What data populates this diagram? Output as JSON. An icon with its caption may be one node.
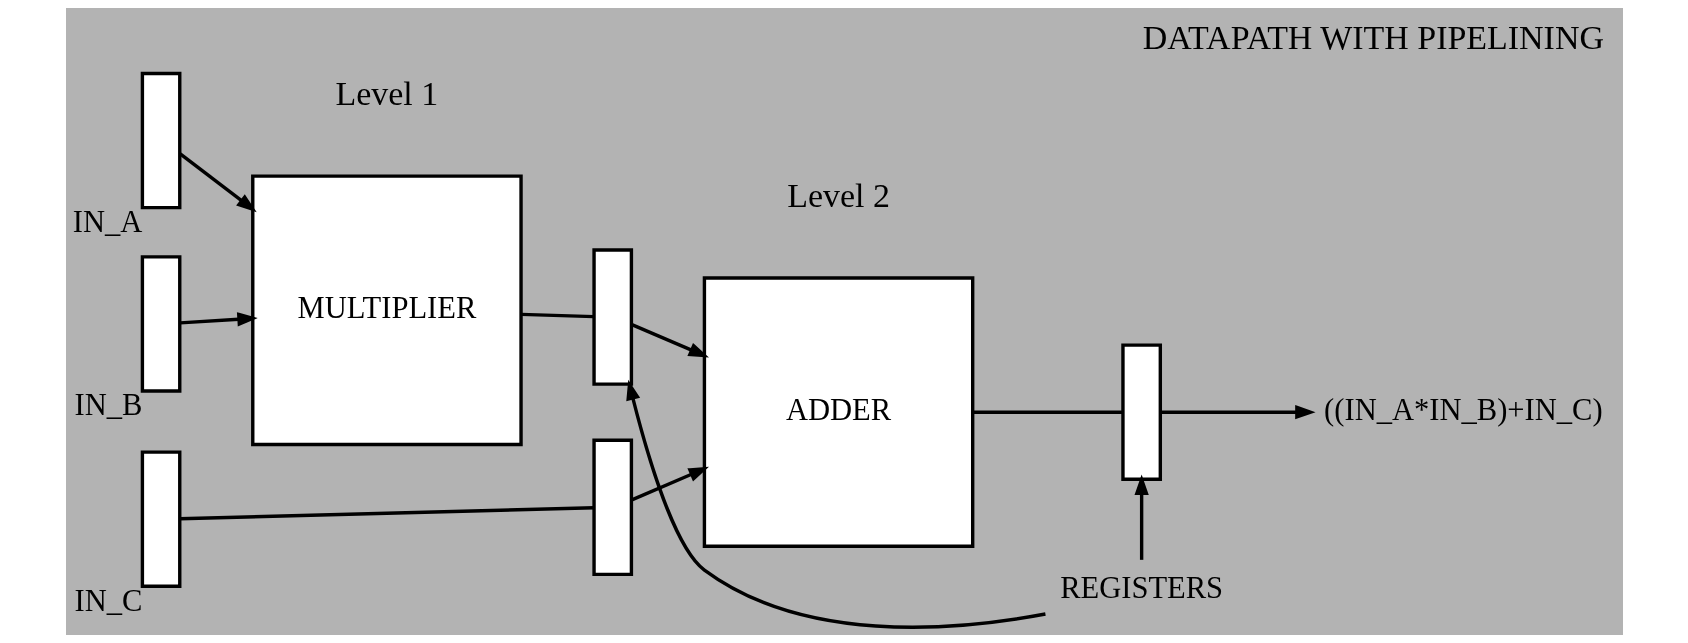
{
  "diagram": {
    "title": "DATAPATH WITH PIPELINING",
    "nodes": [
      {
        "text": [],
        "shape": "bar",
        "beside": [
          "IN_A"
        ]
      },
      {
        "text": [],
        "shape": "bar",
        "beside": [
          "IN_B"
        ]
      },
      {
        "text": [],
        "shape": "bar",
        "beside": [
          "IN_C"
        ]
      },
      {
        "text": [
          "MULTIPLIER"
        ]
      },
      {
        "text": [],
        "shape": "bar"
      },
      {
        "text": [],
        "shape": "bar"
      },
      {
        "text": [
          "ADDER"
        ]
      },
      {
        "text": [],
        "shape": "bar"
      },
      {
        "text": [
          "((IN_A*IN_B)+IN_C)"
        ]
      },
      {
        "text": [
          "REGISTERS"
        ]
      }
    ],
    "edges": [
      {
        "from": 0,
        "to": 3,
        "arrow": "to"
      },
      {
        "from": 1,
        "to": 3,
        "arrow": "to"
      },
      {
        "from": 3,
        "to": 4,
        "arrow": "none"
      },
      {
        "from": 2,
        "to": 5,
        "arrow": "none"
      },
      {
        "from": 4,
        "to": 6,
        "arrow": "to"
      },
      {
        "from": 5,
        "to": 6,
        "arrow": "to"
      },
      {
        "from": 6,
        "to": 7,
        "arrow": "none"
      },
      {
        "from": 7,
        "to": 8,
        "arrow": "to"
      },
      {
        "from": 9,
        "to": 4,
        "arrow": "to"
      },
      {
        "from": 9,
        "to": 7,
        "arrow": "to"
      }
    ],
    "labels": [
      "Level 1",
      "Level 2"
    ]
  }
}
